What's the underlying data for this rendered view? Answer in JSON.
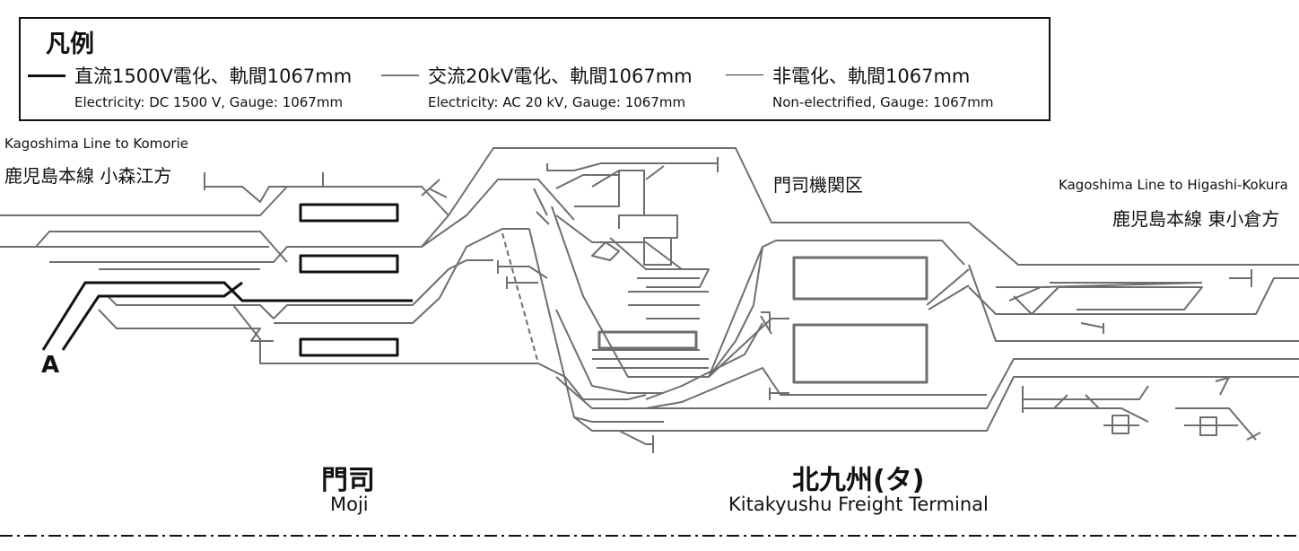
{
  "legend": {
    "title": "凡例",
    "items": [
      {
        "jp": "直流1500V電化、軌間1067mm",
        "en": "Electricity: DC 1500 V, Gauge: 1067mm",
        "color": "#111111"
      },
      {
        "jp": "交流20kV電化、軌間1067mm",
        "en": "Electricity: AC 20 kV, Gauge: 1067mm",
        "color": "#777777"
      },
      {
        "jp": "非電化、軌間1067mm",
        "en": "Non-electrified, Gauge: 1067mm",
        "color": "#333333"
      }
    ]
  },
  "labels": {
    "komorie_en": "Kagoshima Line to Komorie",
    "komorie_jp": "鹿児島本線 小森江方",
    "higashi_en": "Kagoshima Line to Higashi-Kokura",
    "higashi_jp": "鹿児島本線 東小倉方",
    "depot_jp": "門司機関区",
    "point_a": "A",
    "moji_jp": "門司",
    "moji_en": "Moji",
    "terminal_jp": "北九州(タ)",
    "terminal_en": "Kitakyushu Freight Terminal"
  },
  "colors": {
    "dc": "#111111",
    "ac": "#6e6e6e",
    "non_electrified": "#333333"
  }
}
